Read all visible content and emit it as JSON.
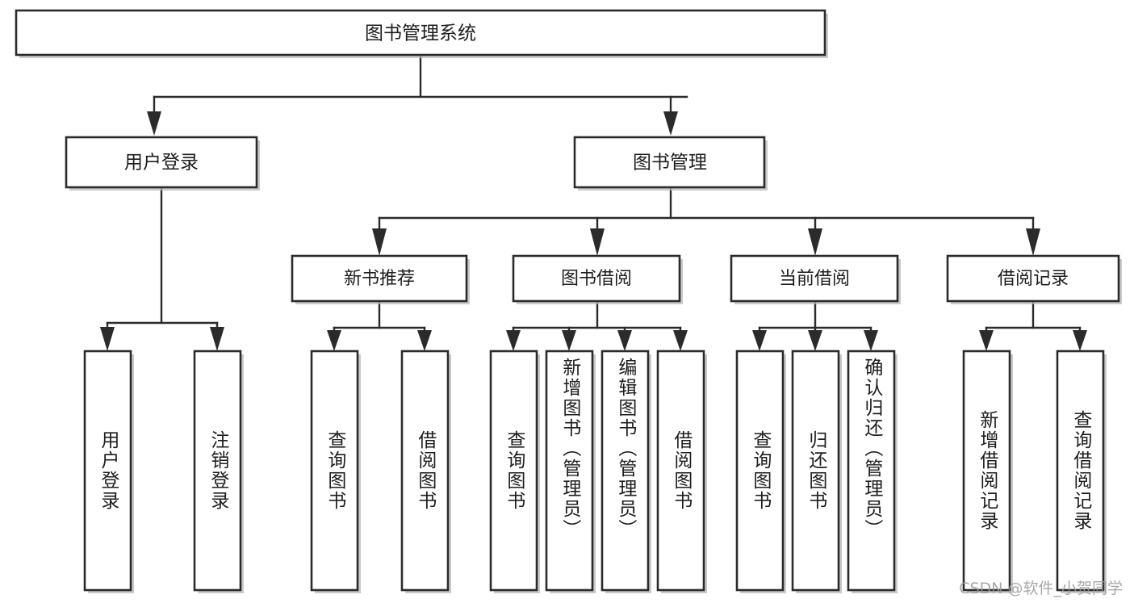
{
  "diagram": {
    "type": "tree",
    "title": "图书管理系统",
    "root": {
      "id": "root",
      "label": "图书管理系统",
      "orientation": "horizontal"
    },
    "level2": [
      {
        "id": "user-login",
        "label": "用户登录",
        "orientation": "horizontal"
      },
      {
        "id": "book-manage",
        "label": "图书管理",
        "orientation": "horizontal"
      }
    ],
    "level3": [
      {
        "id": "new-book-rec",
        "label": "新书推荐",
        "orientation": "horizontal",
        "parent": "book-manage"
      },
      {
        "id": "book-borrow",
        "label": "图书借阅",
        "orientation": "horizontal",
        "parent": "book-manage"
      },
      {
        "id": "current-borrow",
        "label": "当前借阅",
        "orientation": "horizontal",
        "parent": "book-manage"
      },
      {
        "id": "borrow-record",
        "label": "借阅记录",
        "orientation": "horizontal",
        "parent": "book-manage"
      }
    ],
    "leaves": [
      {
        "id": "leaf-user-login",
        "label": "用户登录",
        "orientation": "vertical",
        "parent": "user-login"
      },
      {
        "id": "leaf-logout",
        "label": "注销登录",
        "orientation": "vertical",
        "parent": "user-login"
      },
      {
        "id": "leaf-query-book-1",
        "label": "查询图书",
        "orientation": "vertical",
        "parent": "new-book-rec"
      },
      {
        "id": "leaf-borrow-book-1",
        "label": "借阅图书",
        "orientation": "vertical",
        "parent": "new-book-rec"
      },
      {
        "id": "leaf-query-book-2",
        "label": "查询图书",
        "orientation": "vertical",
        "parent": "book-borrow"
      },
      {
        "id": "leaf-add-book",
        "label": "新增图书（管理员）",
        "orientation": "vertical",
        "parent": "book-borrow"
      },
      {
        "id": "leaf-edit-book",
        "label": "编辑图书（管理员）",
        "orientation": "vertical",
        "parent": "book-borrow"
      },
      {
        "id": "leaf-borrow-book-2",
        "label": "借阅图书",
        "orientation": "vertical",
        "parent": "book-borrow"
      },
      {
        "id": "leaf-query-book-3",
        "label": "查询图书",
        "orientation": "vertical",
        "parent": "current-borrow"
      },
      {
        "id": "leaf-return-book",
        "label": "归还图书",
        "orientation": "vertical",
        "parent": "current-borrow"
      },
      {
        "id": "leaf-confirm-return",
        "label": "确认归还（管理员）",
        "orientation": "vertical",
        "parent": "current-borrow"
      },
      {
        "id": "leaf-add-record",
        "label": "新增借阅记录",
        "orientation": "vertical",
        "parent": "borrow-record"
      },
      {
        "id": "leaf-query-record",
        "label": "查询借阅记录",
        "orientation": "vertical",
        "parent": "borrow-record"
      }
    ]
  },
  "watermark": {
    "text": "CSDN @软件_小贺同学"
  },
  "colors": {
    "stroke": "#2b2b2b",
    "fill": "#ffffff",
    "text": "#1d1d1d",
    "shadow": "#b8b8b8",
    "watermark": "#9a9a9a"
  }
}
